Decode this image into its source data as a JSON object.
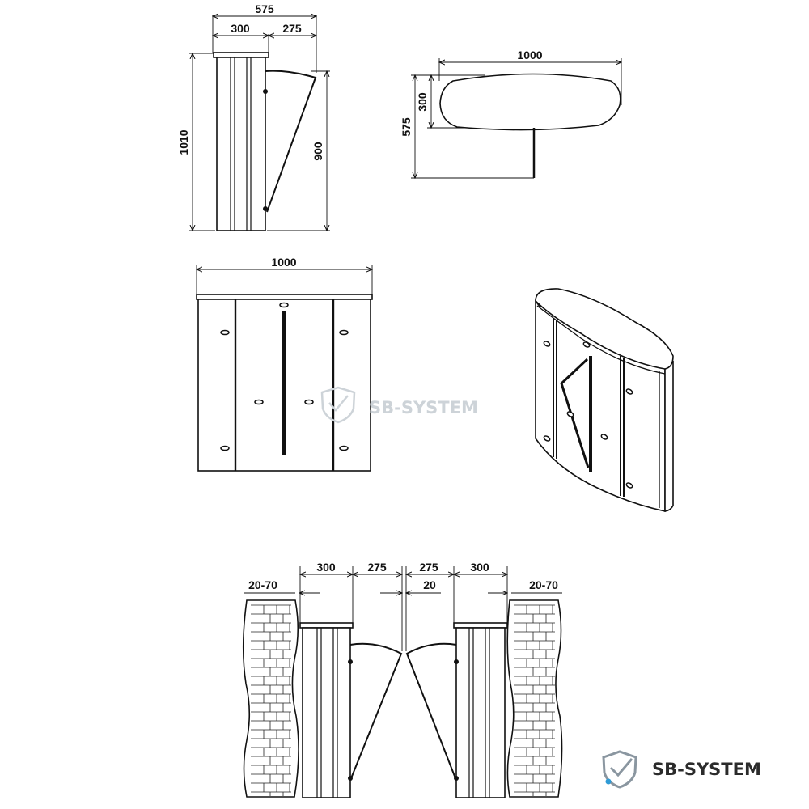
{
  "brand": {
    "name": "SB-SYSTEM",
    "watermark": "SB-SYSTEM",
    "colors": {
      "shield": "#8a96a0",
      "dot": "#2f9bd6",
      "text": "#2b2b2b",
      "watermark": "#cdd3d8"
    }
  },
  "side_view": {
    "width_total": "575",
    "width_body": "300",
    "width_leaf": "275",
    "height_total": "1010",
    "height_leaf": "900"
  },
  "top_view": {
    "length": "1000",
    "width": "300",
    "depth_total": "575"
  },
  "front_view": {
    "length": "1000"
  },
  "installation": {
    "wall_gap_left": "20-70",
    "body_left": "300",
    "leaf_left": "275",
    "leaf_right": "275",
    "body_right": "300",
    "center_gap": "20",
    "wall_gap_right": "20-70"
  }
}
